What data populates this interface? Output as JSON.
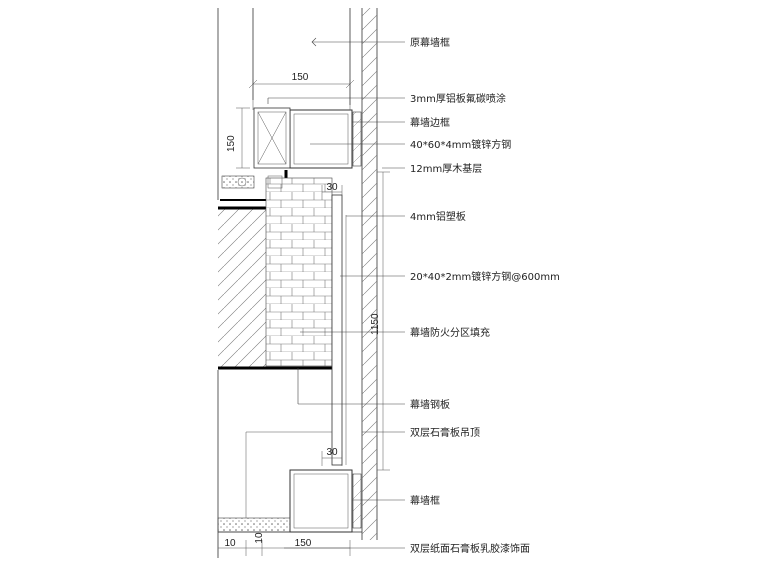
{
  "labels": {
    "original_curtain_frame": "原幕墙框",
    "aluminum_coating": "3mm厚铝板氟碳喷涂",
    "curtain_edge_frame": "幕墙边框",
    "square_steel_1": "40*60*4mm镀锌方钢",
    "wood_base": "12mm厚木基层",
    "aluminum_plastic_panel": "4mm铝塑板",
    "square_steel_2": "20*40*2mm镀锌方钢@600mm",
    "fire_fill": "幕墙防火分区填充",
    "steel_plate": "幕墙钢板",
    "gypsum_ceiling": "双层石膏板吊顶",
    "curtain_frame": "幕墙框",
    "paper_gypsum_finish": "双层纸面石膏板乳胶漆饰面"
  },
  "dimensions": {
    "top_width": "150",
    "left_height": "150",
    "upper_gap": "30",
    "total_height": "1150",
    "lower_gap": "30",
    "bottom_left": "10",
    "bottom_small": "10",
    "bottom_width": "150"
  }
}
